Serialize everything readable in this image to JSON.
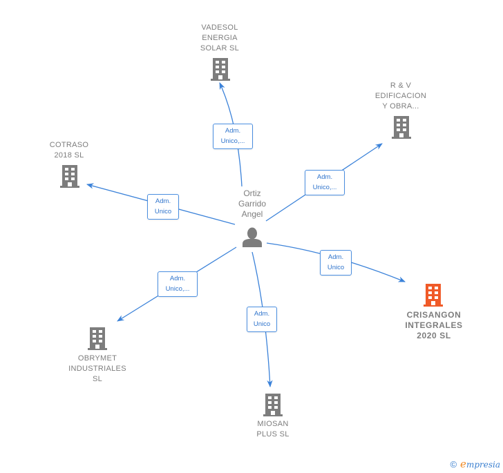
{
  "center": {
    "name_lines": [
      "Ortiz",
      "Garrido",
      "Angel"
    ],
    "icon": "person-icon",
    "icon_color": "#7d7d7d"
  },
  "nodes": [
    {
      "id": "vadesol",
      "lines": [
        "VADESOL",
        "ENERGIA",
        "SOLAR  SL"
      ],
      "icon": "building-icon",
      "color": "#7d7d7d",
      "edge_label": [
        "Adm.",
        "Unico,..."
      ]
    },
    {
      "id": "rv",
      "lines": [
        "R & V",
        "EDIFICACION",
        "Y OBRA..."
      ],
      "icon": "building-icon",
      "color": "#7d7d7d",
      "edge_label": [
        "Adm.",
        "Unico,..."
      ]
    },
    {
      "id": "cotraso",
      "lines": [
        "COTRASO",
        "2018  SL"
      ],
      "icon": "building-icon",
      "color": "#7d7d7d",
      "edge_label": [
        "Adm.",
        "Unico"
      ]
    },
    {
      "id": "crisangon",
      "lines": [
        "CRISANGON",
        "INTEGRALES",
        "2020  SL"
      ],
      "icon": "building-icon",
      "color": "#f05a28",
      "edge_label": [
        "Adm.",
        "Unico"
      ],
      "highlighted": true
    },
    {
      "id": "obrymet",
      "lines": [
        "OBRYMET",
        "INDUSTRIALES",
        "SL"
      ],
      "icon": "building-icon",
      "color": "#7d7d7d",
      "edge_label": [
        "Adm.",
        "Unico,..."
      ]
    },
    {
      "id": "miosan",
      "lines": [
        "MIOSAN",
        "PLUS  SL"
      ],
      "icon": "building-icon",
      "color": "#7d7d7d",
      "edge_label": [
        "Adm.",
        "Unico"
      ]
    }
  ],
  "colors": {
    "edge": "#3b82d9",
    "edge_label_text": "#2f74cc",
    "node_text": "#7d7d7d",
    "highlight": "#f05a28"
  },
  "footer": {
    "copyright_symbol": "©",
    "brand_initial": "e",
    "brand_rest": "mpresia"
  }
}
